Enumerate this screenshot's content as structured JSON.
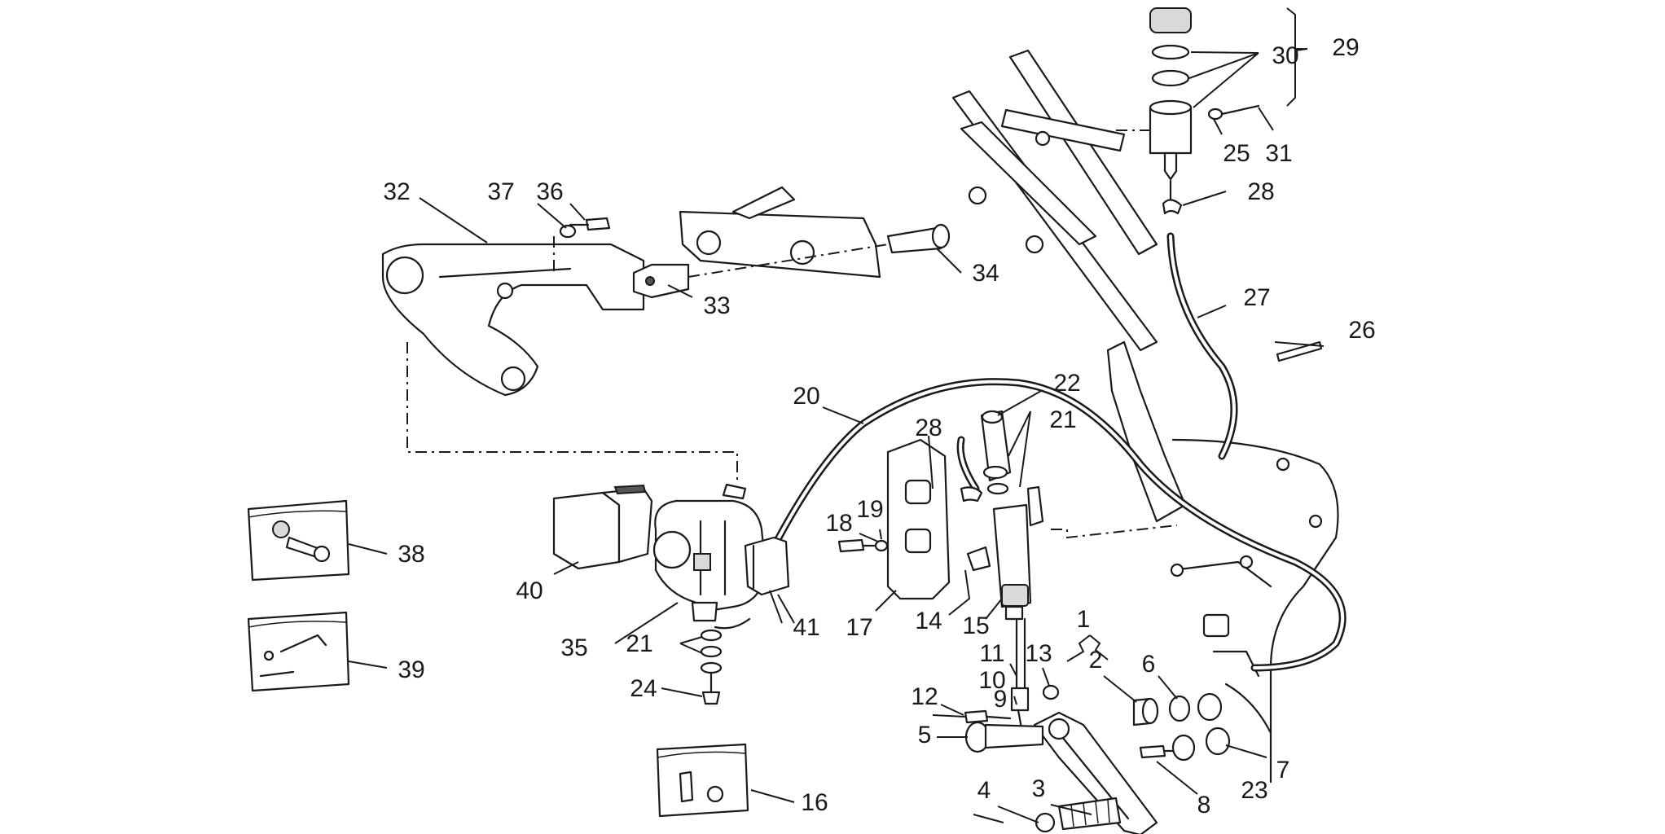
{
  "callouts": [
    {
      "label": "1"
    },
    {
      "label": "2"
    },
    {
      "label": "3"
    },
    {
      "label": "4"
    },
    {
      "label": "5"
    },
    {
      "label": "6"
    },
    {
      "label": "7"
    },
    {
      "label": "8"
    },
    {
      "label": "9"
    },
    {
      "label": "10"
    },
    {
      "label": "11"
    },
    {
      "label": "12"
    },
    {
      "label": "13"
    },
    {
      "label": "14"
    },
    {
      "label": "15"
    },
    {
      "label": "16"
    },
    {
      "label": "17"
    },
    {
      "label": "18"
    },
    {
      "label": "19"
    },
    {
      "label": "20"
    },
    {
      "label": "21"
    },
    {
      "label": "21"
    },
    {
      "label": "22"
    },
    {
      "label": "23"
    },
    {
      "label": "24"
    },
    {
      "label": "25"
    },
    {
      "label": "26"
    },
    {
      "label": "27"
    },
    {
      "label": "28"
    },
    {
      "label": "28"
    },
    {
      "label": "29"
    },
    {
      "label": "30"
    },
    {
      "label": "31"
    },
    {
      "label": "32"
    },
    {
      "label": "33"
    },
    {
      "label": "34"
    },
    {
      "label": "35"
    },
    {
      "label": "36"
    },
    {
      "label": "37"
    },
    {
      "label": "38"
    },
    {
      "label": "39"
    },
    {
      "label": "40"
    },
    {
      "label": "41"
    }
  ]
}
